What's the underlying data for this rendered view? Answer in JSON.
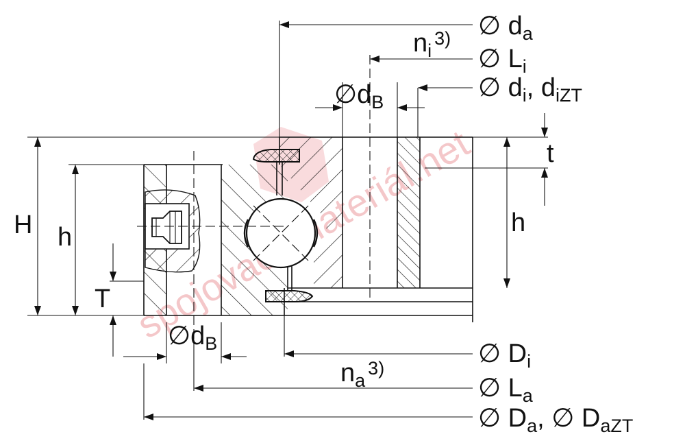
{
  "labels": {
    "da": {
      "sym": "∅ d",
      "sub": "a"
    },
    "ni": {
      "sym": "n",
      "sub": "i",
      "sup": "3)"
    },
    "Li": {
      "sym": "∅ L",
      "sub": "i"
    },
    "di": {
      "sym": "∅ d",
      "sub": "i",
      "sep": ", d",
      "sub2": "iZT"
    },
    "dB_top": {
      "sym": "∅d",
      "sub": "B"
    },
    "t": "t",
    "H": "H",
    "h_left": "h",
    "h_right": "h",
    "T": "T",
    "dB_bottom": {
      "sym": "∅d",
      "sub": "B"
    },
    "Di": {
      "sym": "∅ D",
      "sub": "i"
    },
    "na": {
      "sym": "n",
      "sub": "a",
      "sup": "3)"
    },
    "La": {
      "sym": "∅ L",
      "sub": "a"
    },
    "Da": {
      "sym": "∅ D",
      "sub": "a",
      "sep": ", ∅ D",
      "sub2": "aZT"
    }
  },
  "watermark": "spojovací-materiál.net",
  "colors": {
    "line": "#111111",
    "watermark": "#e8848a"
  }
}
